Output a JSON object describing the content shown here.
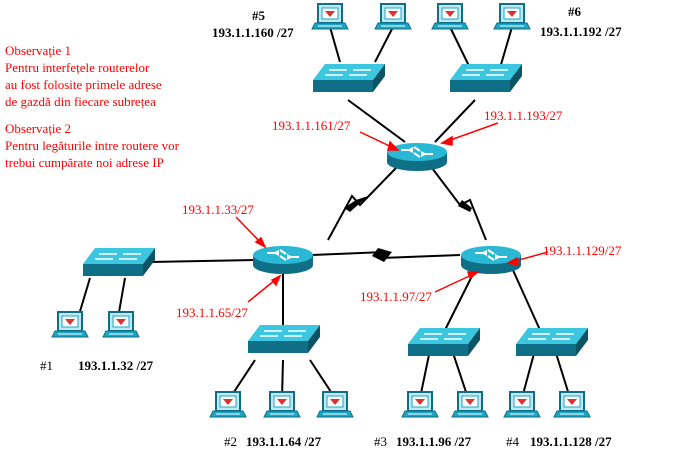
{
  "observations": {
    "obs1_title": "Observație 1",
    "obs1_line1": "Pentru interfețele routerelor",
    "obs1_line2": "au fost folosite primele adrese",
    "obs1_line3": "de gazdă din fiecare subrețea",
    "obs2_title": "Observație 2",
    "obs2_line1": "Pentru legăturile intre routere vor",
    "obs2_line2": "trebui cumpărate noi adrese IP"
  },
  "subnets": {
    "s5_num": "#5",
    "s5_addr": "193.1.1.160 /27",
    "s6_num": "#6",
    "s6_addr": "193.1.1.192 /27",
    "s1_num": "#1",
    "s1_addr": "193.1.1.32 /27",
    "s2_num": "#2",
    "s2_addr": "193.1.1.64 /27",
    "s3_num": "#3",
    "s3_addr": "193.1.1.96 /27",
    "s4_num": "#4",
    "s4_addr": "193.1.1.128 /27"
  },
  "interfaces": {
    "if161": "193.1.1.161/27",
    "if193": "193.1.1.193/27",
    "if33": "193.1.1.33/27",
    "if65": "193.1.1.65/27",
    "if97": "193.1.1.97/27",
    "if129": "193.1.1.129/27"
  },
  "colors": {
    "device": "#1aa6c4",
    "device_dark": "#0e6f86",
    "annotation": "#ff0000",
    "text": "#000000"
  }
}
